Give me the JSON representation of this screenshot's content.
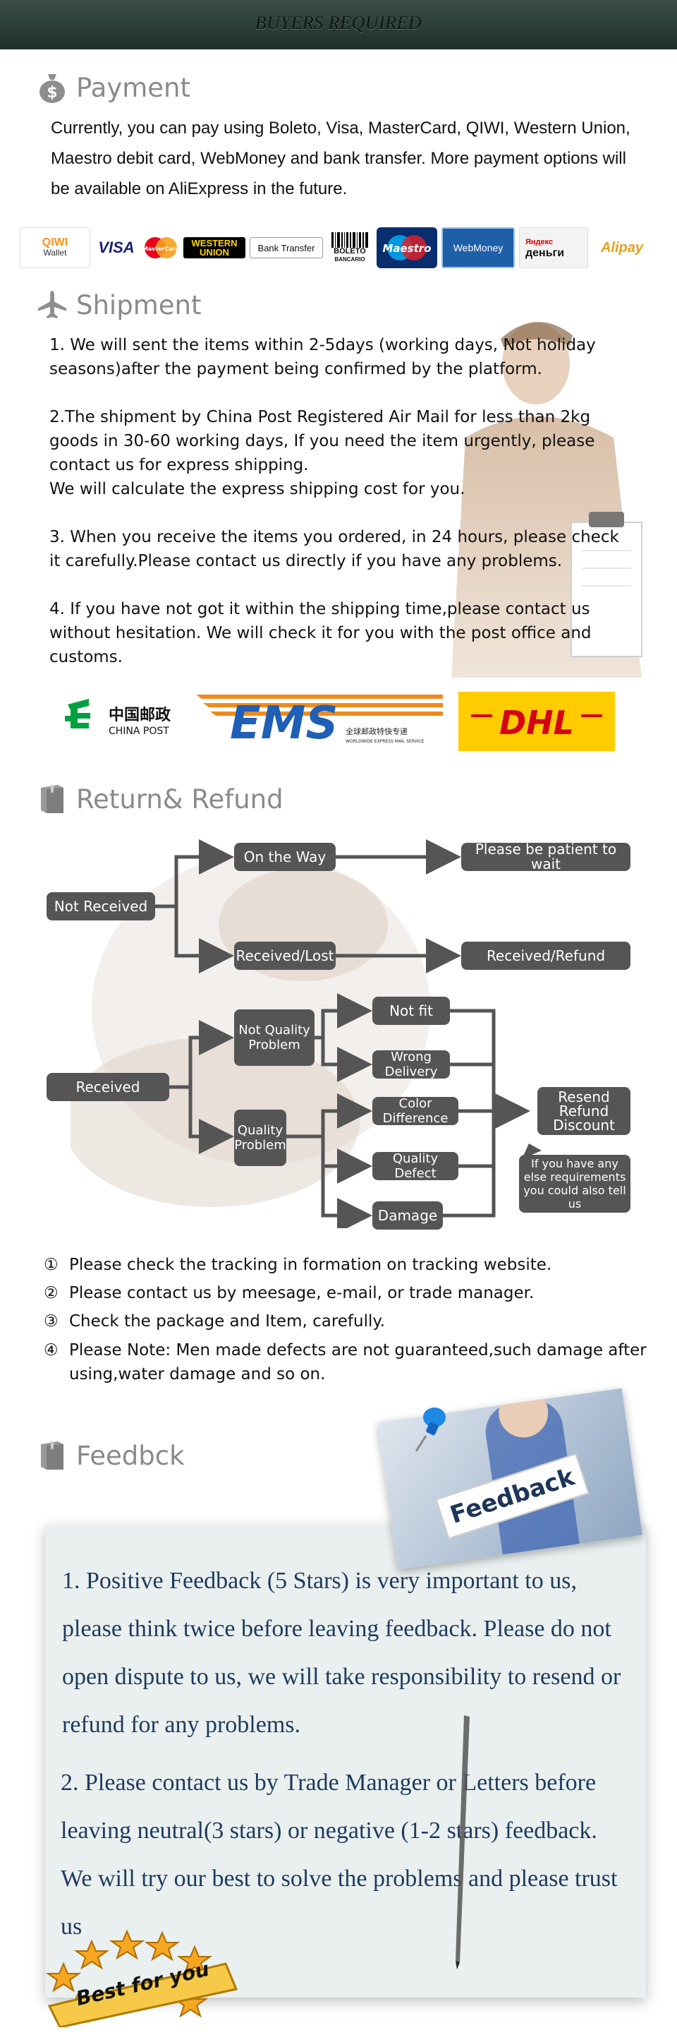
{
  "header": {
    "title": "BUYERS REQUIRED"
  },
  "payment": {
    "title": "Payment",
    "icon": "money-bag-icon",
    "text": "Currently, you can pay using Boleto, Visa, MasterCard, QIWI, Western Union, Maestro debit card, WebMoney and bank transfer. More payment options will be available on AliExpress in the future.",
    "logos": {
      "qiwi": "QIWI",
      "qiwi_sub": "Wallet",
      "visa": "VISA",
      "mastercard": "MasterCard",
      "western_union_1": "WESTERN",
      "western_union_2": "UNION",
      "bank_transfer": "Bank Transfer",
      "boleto": "BOLETO",
      "boleto_sub": "BANCARIO",
      "maestro": "Maestro",
      "webmoney": "WebMoney",
      "yandex_1": "Яндекс",
      "yandex_2": "деньги",
      "alipay": "Alipay"
    }
  },
  "shipment": {
    "title": "Shipment",
    "icon": "airplane-icon",
    "p1": "1. We will sent the items within 2-5days (working days, Not holiday seasons)after the payment being confirmed by the platform.",
    "p2a": "2.The shipment by China Post Registered Air Mail for less than  2kg goods in 30-60  working days, If  you need the item urgently, please contact us for express shipping.",
    "p2b": "We will calculate the express shipping cost for you.",
    "p3": "3. When you receive the items you ordered, in 24 hours, please check  it carefully.Please contact us directly if you have any problems.",
    "p4": "4. If you have not got it within the shipping time,please contact us without hesitation. We will check it for you with the post office and customs.",
    "carriers": {
      "china_post_cn": "中国邮政",
      "china_post_en": "CHINA POST",
      "ems": "EMS",
      "ems_sub_cn": "全球邮政特快专递",
      "ems_sub_en": "WORLDWIDE EXPRESS MAIL SERVICE",
      "dhl": "DHL"
    }
  },
  "refund": {
    "title": "Return& Refund",
    "icon": "book-icon",
    "flow": {
      "not_received": "Not Received",
      "on_the_way": "On the Way",
      "be_patient": "Please be patient to wait",
      "received_lost": "Received/Lost",
      "received_refund": "Received/Refund",
      "received": "Received",
      "not_quality": "Not Quality Problem",
      "quality": "Quality Problem",
      "not_fit": "Not fit",
      "wrong_delivery": "Wrong Delivery",
      "color_difference": "Color Difference",
      "quality_defect": "Quality Defect",
      "damage": "Damage",
      "resend": "Resend Refund Discount",
      "requirements": "If you have any else requirements you could also tell us"
    },
    "notes": [
      {
        "num": "①",
        "text": "Please check the tracking in formation on tracking website."
      },
      {
        "num": "②",
        "text": "Please contact us by meesage, e-mail, or trade manager."
      },
      {
        "num": "③",
        "text": "Check the package and Item, carefully."
      },
      {
        "num": "④",
        "text": "Please Note: Men made defects  are not guaranteed,such damage after using,water damage and so on."
      }
    ]
  },
  "feedback": {
    "title": "Feedbck",
    "icon": "book-icon",
    "sign": "Feedback",
    "p1": "1. Positive Feedback (5 Stars) is very important to us, please think twice before leaving feedback. Please do not open dispute to us,   we will take responsibility to resend or refund for any problems.",
    "p2": "2. Please contact us by Trade Manager or Letters before leaving neutral(3 stars) or negative (1-2 stars) feedback. We will try our best to solve the problems and please trust us",
    "badge": "Best for you"
  },
  "colors": {
    "header_bg": "#2b3d36",
    "title_gray": "#8a8a8a",
    "flow_box": "#555555",
    "feedback_text": "#1f3a5c",
    "feedback_card": "#e9f0ef"
  }
}
